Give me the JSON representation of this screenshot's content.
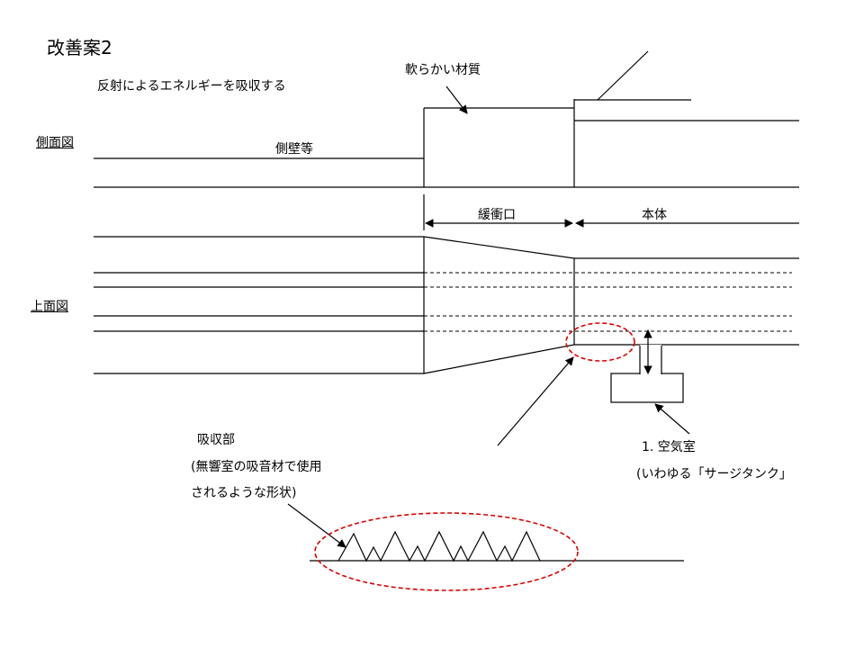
{
  "slide": {
    "title": "改善案2",
    "subtitle": "反射によるエネルギーを吸収する"
  },
  "views": {
    "side_view": "側面図",
    "top_view": "上面図"
  },
  "labels": {
    "side_wall": "側壁等",
    "soft_material": "軟らかい材質",
    "buffer_section": "緩衝口",
    "main_body": "本体",
    "absorber_title": "吸収部",
    "absorber_desc1": "(無響室の吸音材で使用",
    "absorber_desc2": "されるような形状)",
    "air_chamber": "1. 空気室",
    "air_chamber_note": "(いわゆる「サージタンク」"
  },
  "colors": {
    "line": "#000000",
    "highlight_ellipse": "#dd0000",
    "background": "#ffffff"
  }
}
